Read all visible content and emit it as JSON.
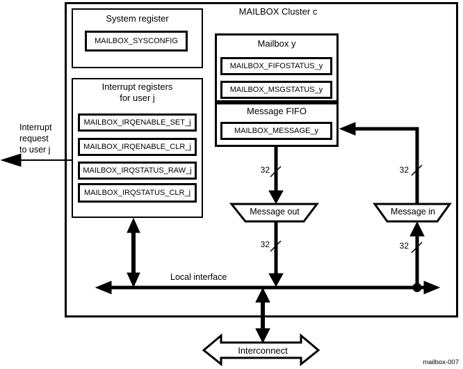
{
  "diagram": {
    "title": "MAILBOX Cluster c",
    "figure_id": "mailbox-007"
  },
  "system_register": {
    "title": "System register",
    "register": "MAILBOX_SYSCONFIG"
  },
  "interrupt_registers": {
    "title_line1": "Interrupt registers",
    "title_line2": "for user j",
    "items": [
      "MAILBOX_IRQENABLE_SET_j",
      "MAILBOX_IRQENABLE_CLR_j",
      "MAILBOX_IRQSTATUS_RAW_j",
      "MAILBOX_IRQSTATUS_CLR_j"
    ]
  },
  "mailbox": {
    "title": "Mailbox y",
    "fifostatus_register": "MAILBOX_FIFOSTATUS_y",
    "msgstatus_register": "MAILBOX_MSGSTATUS_y",
    "message_fifo": {
      "title": "Message FIFO",
      "register": "MAILBOX_MESSAGE_y"
    }
  },
  "labels": {
    "interrupt_request_line1": "Interrupt",
    "interrupt_request_line2": "request",
    "interrupt_request_line3": "to user j",
    "local_interface": "Local interface",
    "message_out": "Message out",
    "message_in": "Message in",
    "interconnect": "Interconnect",
    "bus_width": "32"
  },
  "colors": {
    "line": "#000000",
    "background": "#ffffff"
  }
}
